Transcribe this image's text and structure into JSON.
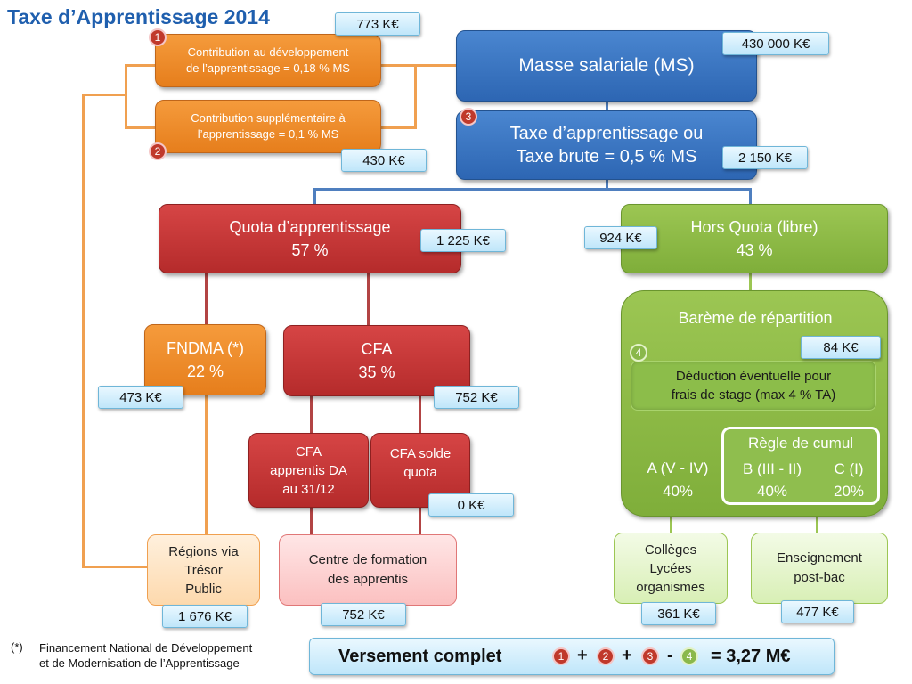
{
  "title": "Taxe d’Apprentissage 2014",
  "boxes": {
    "masse": "Masse salariale (MS)",
    "taxe_l1": "Taxe d’apprentissage ou",
    "taxe_l2": "Taxe brute = 0,5 % MS",
    "contrib1_l1": "Contribution au développement",
    "contrib1_l2": "de l’apprentissage = 0,18 % MS",
    "contrib2_l1": "Contribution supplémentaire à",
    "contrib2_l2": "l’apprentissage = 0,1 % MS",
    "quota_l1": "Quota d’apprentissage",
    "quota_l2": "57 %",
    "hors_l1": "Hors Quota (libre)",
    "hors_l2": "43 %",
    "fndma_l1": "FNDMA (*)",
    "fndma_l2": "22 %",
    "cfa_l1": "CFA",
    "cfa_l2": "35 %",
    "cfa_da_l1": "CFA",
    "cfa_da_l2": "apprentis DA",
    "cfa_da_l3": "au 31/12",
    "cfa_solde_l1": "CFA solde",
    "cfa_solde_l2": "quota",
    "regions_l1": "Régions via",
    "regions_l2": "Trésor",
    "regions_l3": "Public",
    "centre_l1": "Centre de formation",
    "centre_l2": "des apprentis",
    "colleges_l1": "Collèges",
    "colleges_l2": "Lycées",
    "colleges_l3": "organismes",
    "post_l1": "Enseignement",
    "post_l2": "post-bac",
    "bareme": "Barème de répartition",
    "deduction_l1": "Déduction éventuelle pour",
    "deduction_l2": "frais de stage  (max 4 % TA)",
    "cumul_title": "Règle de cumul",
    "cat_a_l1": "A (V - IV)",
    "cat_a_l2": "40%",
    "cat_b_l1": "B (III - II)",
    "cat_b_l2": "40%",
    "cat_c_l1": "C (I)",
    "cat_c_l2": "20%"
  },
  "values": {
    "contrib1": "773 K€",
    "masse": "430  000 K€",
    "contrib2": "430 K€",
    "taxe": "2 150 K€",
    "quota": "1 225 K€",
    "hors": "924 K€",
    "deduction": "84 K€",
    "fndma": "473 K€",
    "cfa": "752 K€",
    "cfa_solde": "0 K€",
    "regions": "1 676 K€",
    "centre": "752 K€",
    "colleges": "361 K€",
    "post": "477 K€"
  },
  "badges": [
    "1",
    "2",
    "3",
    "4"
  ],
  "footnote": {
    "marker": "(*)",
    "l1": "Financement National de Développement",
    "l2": "et de Modernisation de l’Apprentissage"
  },
  "total": {
    "label": "Versement complet",
    "op_plus1": "+",
    "op_plus2": "+",
    "op_minus": "-",
    "result": "= 3,27 M€"
  }
}
